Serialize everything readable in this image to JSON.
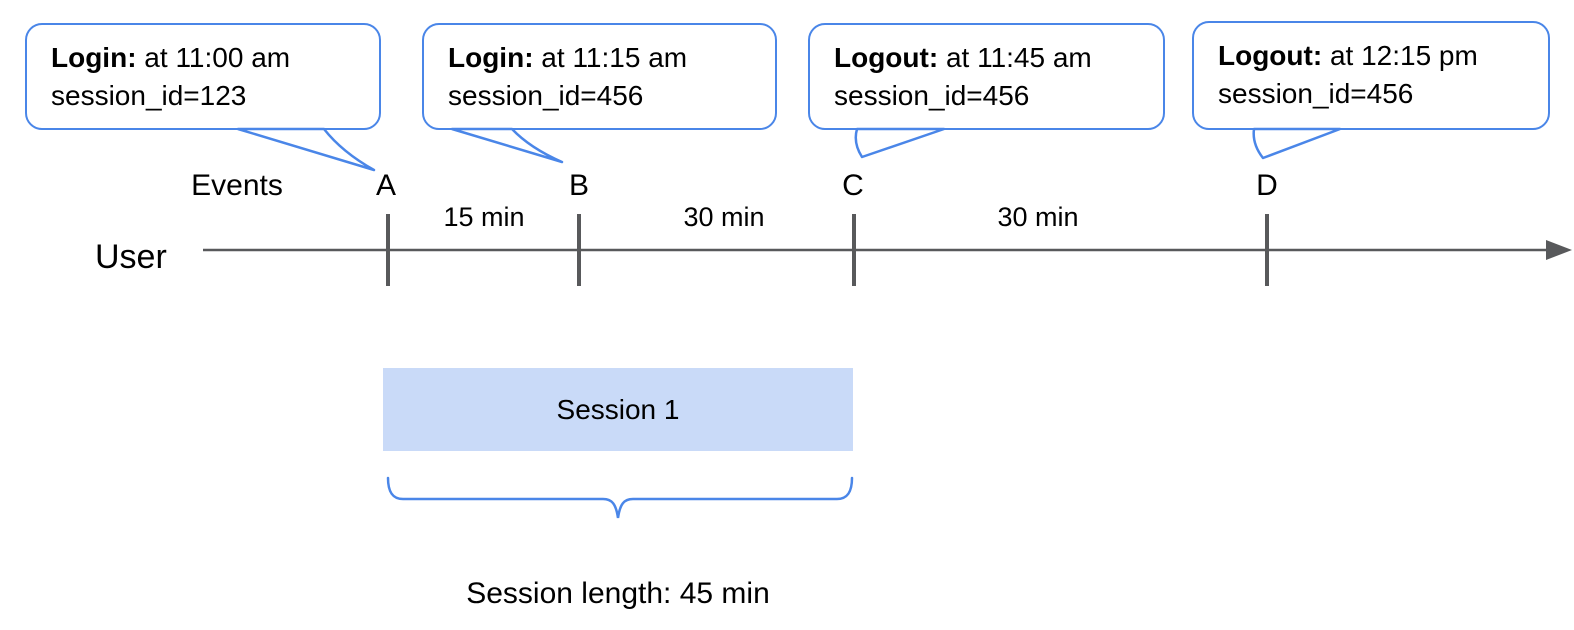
{
  "diagram": {
    "title_semantic": "User session timeline",
    "events_label": "Events",
    "user_label": "User",
    "callouts": [
      {
        "bold": "Login:",
        "rest": " at 11:00 am",
        "line2": "session_id=123",
        "marker": "A"
      },
      {
        "bold": "Login:",
        "rest": " at 11:15 am",
        "line2": "session_id=456",
        "marker": "B"
      },
      {
        "bold": "Logout:",
        "rest": " at 11:45 am",
        "line2": "session_id=456",
        "marker": "C"
      },
      {
        "bold": "Logout:",
        "rest": " at 12:15 pm",
        "line2": "session_id=456",
        "marker": "D"
      }
    ],
    "markers": [
      "A",
      "B",
      "C",
      "D"
    ],
    "intervals": [
      "15 min",
      "30 min",
      "30 min"
    ],
    "session_box": {
      "label": "Session 1"
    },
    "session_length_label": "Session length: 45 min",
    "colors": {
      "accent_blue": "#4a86e8",
      "session_fill": "#c9daf8",
      "line_gray": "#58595b"
    }
  }
}
